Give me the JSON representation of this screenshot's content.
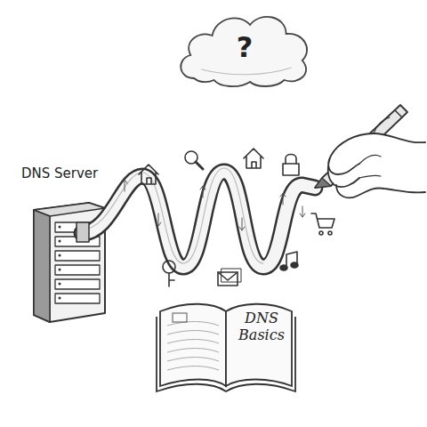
{
  "diagram": {
    "nodes": [
      {
        "text": [
          "?"
        ]
      },
      {
        "text": [
          "DNS Server"
        ]
      },
      {
        "text": [
          "DNS Basics"
        ]
      }
    ]
  }
}
